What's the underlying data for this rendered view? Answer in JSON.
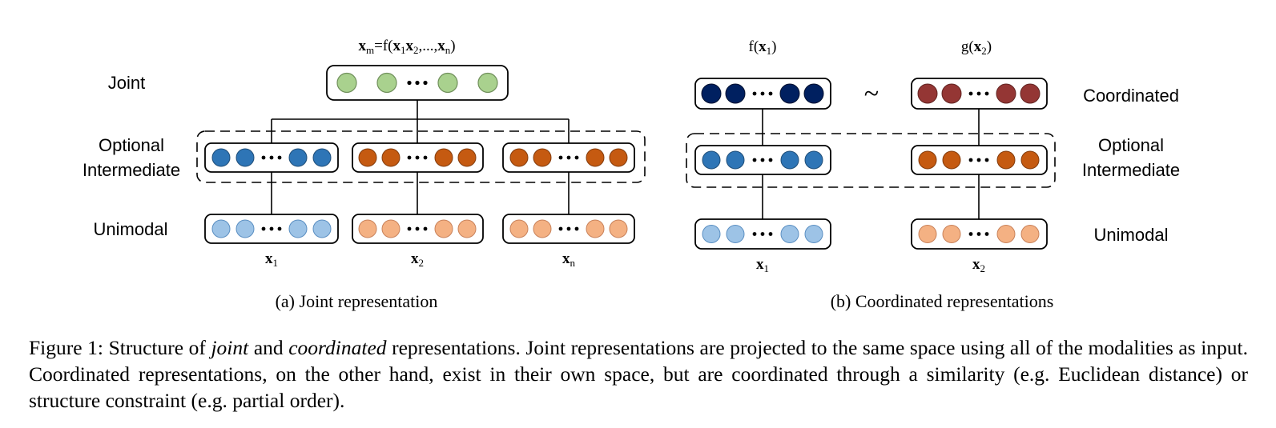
{
  "joint_panel": {
    "level_labels": {
      "joint": "Joint",
      "optional_line1": "Optional",
      "optional_line2": "Intermediate",
      "unimodal": "Unimodal"
    },
    "top_formula": {
      "lhs_var": "x",
      "lhs_sub": "m",
      "rhs_prefix": "=f(",
      "v1": "x",
      "s1": "1",
      "v2": "x",
      "s2": "2",
      "sep": ",...,",
      "vn": "x",
      "sn": "n",
      "close": ")"
    },
    "input_labels": [
      {
        "var": "x",
        "sub": "1"
      },
      {
        "var": "x",
        "sub": "2"
      },
      {
        "var": "x",
        "sub": "n"
      }
    ],
    "subcaption": "(a) Joint representation"
  },
  "coordinated_panel": {
    "level_labels": {
      "coordinated": "Coordinated",
      "optional_line1": "Optional",
      "optional_line2": "Intermediate",
      "unimodal": "Unimodal"
    },
    "func_labels": [
      {
        "fn": "f(",
        "var": "x",
        "sub": "1",
        "close": ")"
      },
      {
        "fn": "g(",
        "var": "x",
        "sub": "2",
        "close": ")"
      }
    ],
    "similarity_symbol": "~",
    "input_labels": [
      {
        "var": "x",
        "sub": "1"
      },
      {
        "var": "x",
        "sub": "2"
      }
    ],
    "subcaption": "(b) Coordinated representations"
  },
  "caption": {
    "prefix": "Figure 1:  Structure of ",
    "em1": "joint",
    "mid": " and ",
    "em2": "coordinated",
    "rest": " representations. Joint representations are projected to the same space using all of the modalities as input. Coordinated representations, on the other hand, exist in their own space, but are coordinated through a similarity (e.g. Euclidean distance) or structure constraint (e.g. partial order)."
  },
  "colors": {
    "joint_green": "#a9d18e",
    "blue_intermediate": "#2e75b6",
    "orange_intermediate": "#c55a11",
    "blue_unimodal": "#9dc3e6",
    "orange_unimodal": "#f4b183",
    "coordinated_blue": "#002060",
    "coordinated_red": "#943634",
    "outline": "#000000"
  }
}
